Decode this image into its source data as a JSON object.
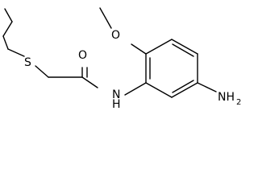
{
  "molecule": {
    "labels": {
      "oxygen_methoxy": "O",
      "oxygen_carbonyl": "O",
      "sulfur": "S",
      "nitrogen_amide": "N",
      "hydrogen_amide": "H",
      "amine_n": "NH",
      "amine_sub": "2"
    }
  }
}
